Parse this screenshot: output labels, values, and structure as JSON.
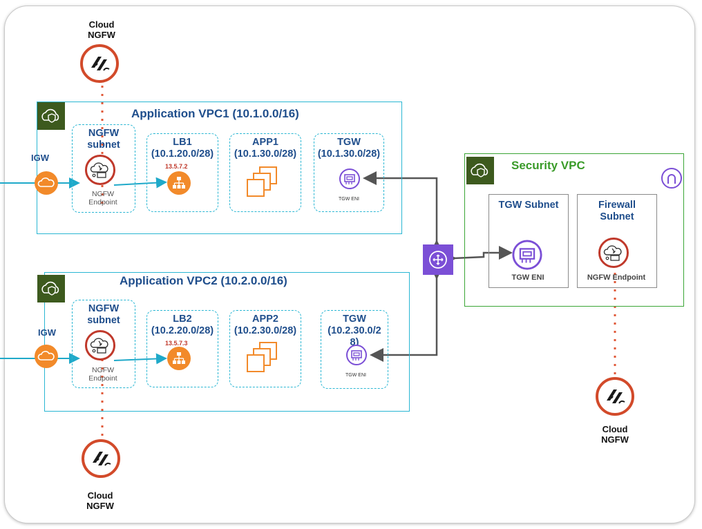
{
  "vpc1": {
    "title": "Application VPC1 (10.1.0.0/16)",
    "igw": "IGW",
    "ngfw_subnet": "NGFW\nsubnet",
    "endpoint": "NGFW\nEndpoint",
    "lb": {
      "title": "LB1",
      "cidr": "(10.1.20.0/28)",
      "ip": "13.5.7.2"
    },
    "app": {
      "title": "APP1",
      "cidr": "(10.1.30.0/28)"
    },
    "tgw": {
      "title": "TGW",
      "cidr": "(10.1.30.0/28)",
      "eni": "TGW ENI"
    }
  },
  "vpc2": {
    "title": "Application VPC2 (10.2.0.0/16)",
    "igw": "IGW",
    "ngfw_subnet": "NGFW\nsubnet",
    "endpoint": "NGFW\nEndpoint",
    "lb": {
      "title": "LB2",
      "cidr": "(10.2.20.0/28)",
      "ip": "13.5.7.3"
    },
    "app": {
      "title": "APP2",
      "cidr": "(10.2.30.0/28)"
    },
    "tgw": {
      "title": "TGW",
      "cidr": "(10.2.30.0/2\n8)",
      "eni": "TGW ENI"
    }
  },
  "security_vpc": {
    "title": "Security VPC",
    "tgw_subnet": "TGW Subnet",
    "tgw_eni": "TGW ENI",
    "firewall_subnet": "Firewall\nSubnet",
    "endpoint": "NGFW Endpoint"
  },
  "cloud_ngfw": {
    "top": "Cloud\nNGFW",
    "bottom_left": "Cloud\nNGFW",
    "bottom_right": "Cloud\nNGFW"
  },
  "colors": {
    "vpc_border": "#29b6d3",
    "security_border": "#3aa535",
    "ngfw_ring": "#d24a2a",
    "traffic_arrow": "#1fa9c9",
    "tgw_purple": "#7b4fd6",
    "aws_orange": "#f28a2a",
    "vpc_badge": "#3d5a1e"
  },
  "icons": [
    "cloud-ngfw-icon",
    "vpc-shield-icon",
    "internet-gateway-icon",
    "ngfw-endpoint-icon",
    "load-balancer-icon",
    "app-instances-icon",
    "tgw-eni-icon",
    "transit-gateway-icon",
    "nat-gateway-icon"
  ]
}
